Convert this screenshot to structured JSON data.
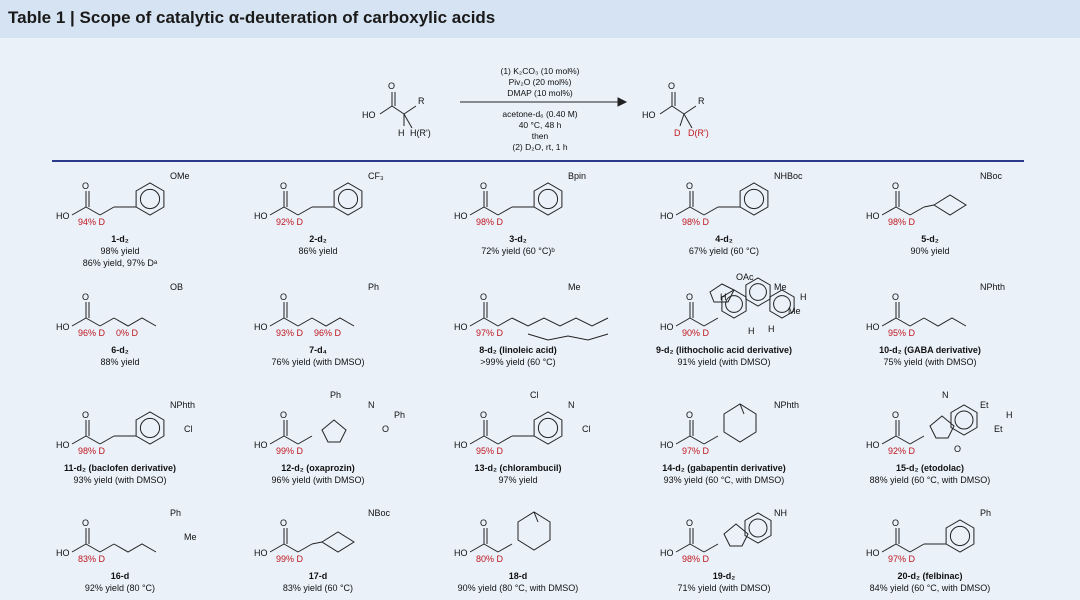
{
  "title": "Table 1 | Scope of catalytic α-deuteration of carboxylic acids",
  "scheme": {
    "substrate_labels": [
      "O",
      "HO",
      "R",
      "H",
      "H(R')"
    ],
    "product_labels": [
      "O",
      "HO",
      "R",
      "D",
      "D(R')"
    ],
    "conditions": [
      "(1) K₂CO₃ (10 mol%)",
      "Piv₂O (20 mol%)",
      "DMAP (10 mol%)",
      "acetone-d₆ (0.40 M)",
      "40 °C, 48 h",
      "then",
      "(2) D₂O, rt, 1 h"
    ]
  },
  "entries": [
    {
      "name": "1-d₂",
      "lines": [
        "98% yield",
        "86% yield, 97% Dᵃ"
      ],
      "deut": [
        "94% D"
      ],
      "group": [
        "OMe"
      ]
    },
    {
      "name": "2-d₂",
      "lines": [
        "86% yield"
      ],
      "deut": [
        "92% D"
      ],
      "group": [
        "CF₃"
      ]
    },
    {
      "name": "3-d₂",
      "lines": [
        "72% yield (60 °C)ᵇ"
      ],
      "deut": [
        "98% D"
      ],
      "group": [
        "Bpin"
      ]
    },
    {
      "name": "4-d₂",
      "lines": [
        "67% yield (60 °C)"
      ],
      "deut": [
        "98% D"
      ],
      "group": [
        "NHBoc"
      ]
    },
    {
      "name": "5-d₂",
      "lines": [
        "90% yield"
      ],
      "deut": [
        "98% D"
      ],
      "group": [
        "NBoc"
      ]
    },
    {
      "name": "6-d₂",
      "lines": [
        "88% yield"
      ],
      "deut": [
        "96% D",
        "0% D"
      ],
      "group": [
        "OB"
      ]
    },
    {
      "name": "7-d₄",
      "lines": [
        "76% yield (with DMSO)"
      ],
      "deut": [
        "93% D",
        "96% D"
      ],
      "group": [
        "Ph"
      ]
    },
    {
      "name": "8-d₂ (linoleic acid)",
      "lines": [
        ">99% yield (60 °C)"
      ],
      "deut": [
        "97% D"
      ],
      "group": [
        "Me"
      ]
    },
    {
      "name": "9-d₂ (lithocholic acid derivative)",
      "lines": [
        "91% yield (with DMSO)"
      ],
      "deut": [
        "90% D"
      ],
      "group": [
        "Me",
        "Me",
        "OAc",
        "H",
        "H",
        "H",
        "H"
      ]
    },
    {
      "name": "10-d₂ (GABA derivative)",
      "lines": [
        "75% yield (with DMSO)"
      ],
      "deut": [
        "95% D"
      ],
      "group": [
        "NPhth"
      ]
    },
    {
      "name": "11-d₂ (baclofen derivative)",
      "lines": [
        "93% yield (with DMSO)"
      ],
      "deut": [
        "98% D"
      ],
      "group": [
        "NPhth",
        "Cl"
      ]
    },
    {
      "name": "12-d₂ (oxaprozin)",
      "lines": [
        "96% yield (with DMSO)"
      ],
      "deut": [
        "99% D"
      ],
      "group": [
        "N",
        "O",
        "Ph",
        "Ph"
      ]
    },
    {
      "name": "13-d₂ (chlorambucil)",
      "lines": [
        "97% yield"
      ],
      "deut": [
        "95% D"
      ],
      "group": [
        "N",
        "Cl",
        "Cl"
      ]
    },
    {
      "name": "14-d₂ (gabapentin derivative)",
      "lines": [
        "93% yield (60 °C, with DMSO)"
      ],
      "deut": [
        "97% D"
      ],
      "group": [
        "NPhth"
      ]
    },
    {
      "name": "15-d₂ (etodolac)",
      "lines": [
        "88% yield (60 °C, with DMSO)"
      ],
      "deut": [
        "92% D"
      ],
      "group": [
        "Et",
        "Et",
        "N",
        "H",
        "O"
      ]
    },
    {
      "name": "16-d",
      "lines": [
        "92% yield (80 °C)"
      ],
      "deut": [
        "83% D"
      ],
      "group": [
        "Ph",
        "Me"
      ]
    },
    {
      "name": "17-d",
      "lines": [
        "83% yield (60 °C)"
      ],
      "deut": [
        "99% D"
      ],
      "group": [
        "NBoc"
      ]
    },
    {
      "name": "18-d",
      "lines": [
        "90% yield (80 °C, with DMSO)"
      ],
      "deut": [
        "80% D"
      ],
      "group": []
    },
    {
      "name": "19-d₂",
      "lines": [
        "71% yield (with DMSO)"
      ],
      "deut": [
        "98% D"
      ],
      "group": [
        "NH"
      ]
    },
    {
      "name": "20-d₂ (felbinac)",
      "lines": [
        "84% yield (60 °C, with DMSO)"
      ],
      "deut": [
        "97% D"
      ],
      "group": [
        "Ph"
      ]
    }
  ],
  "common_labels": {
    "acid_o": "O",
    "acid_ho": "HO"
  }
}
